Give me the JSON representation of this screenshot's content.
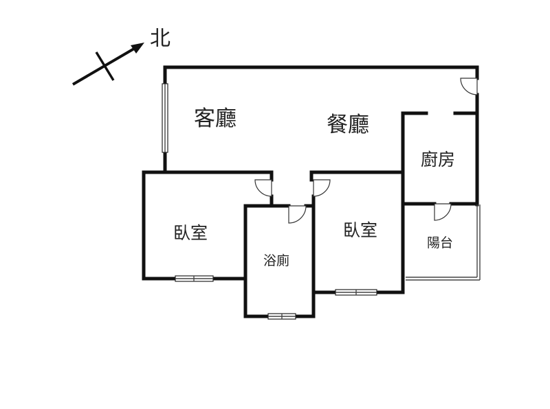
{
  "compass": {
    "label": "北"
  },
  "rooms": {
    "living": "客廳",
    "dining": "餐廳",
    "kitchen": "廚房",
    "bedroom_left": "臥室",
    "bedroom_right": "臥室",
    "bathroom": "浴廁",
    "balcony": "陽台"
  },
  "colors": {
    "wall": "#111111",
    "background": "#ffffff"
  }
}
